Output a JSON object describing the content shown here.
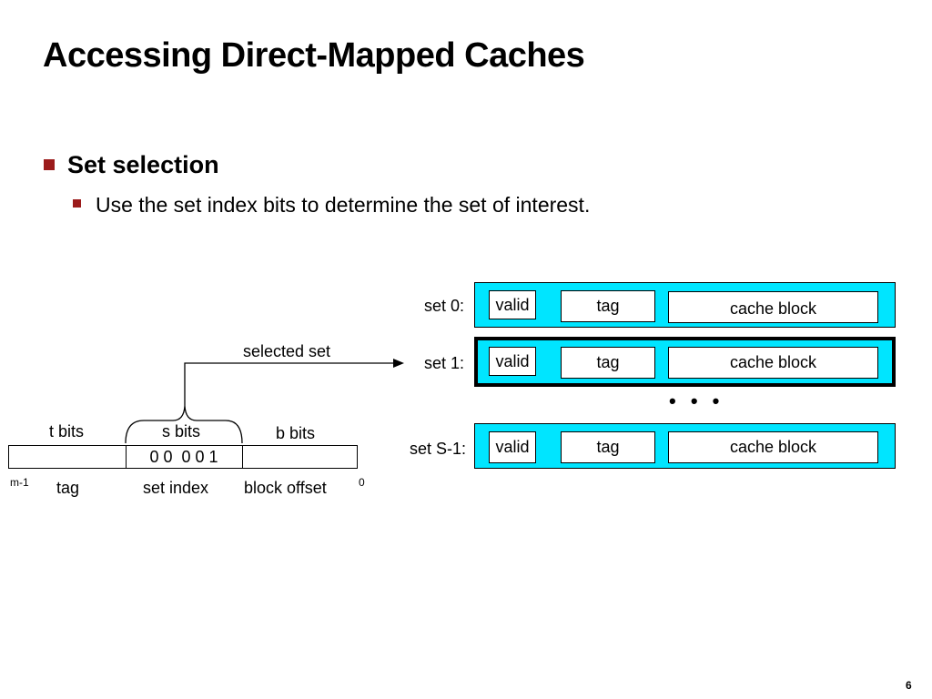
{
  "title": "Accessing Direct-Mapped Caches",
  "bullets": {
    "level1": "Set selection",
    "level2": "Use the set index bits to determine the set of interest."
  },
  "address": {
    "t_bits": "t bits",
    "s_bits": "s bits",
    "b_bits": "b bits",
    "set_index_value": "0 0  0 0 1",
    "high_bit": "m-1",
    "low_bit": "0",
    "fields": {
      "tag": "tag",
      "set_index": "set index",
      "block_offset": "block offset"
    }
  },
  "selected_set_label": "selected set",
  "cache": {
    "sets": [
      {
        "label": "set 0:",
        "valid": "valid",
        "tag": "tag",
        "block": "cache block",
        "selected": false
      },
      {
        "label": "set 1:",
        "valid": "valid",
        "tag": "tag",
        "block": "cache block",
        "selected": true
      },
      {
        "label": "set S-1:",
        "valid": "valid",
        "tag": "tag",
        "block": "cache block",
        "selected": false
      }
    ],
    "ellipsis": "• • •"
  },
  "page_number": "6",
  "colors": {
    "set_fill": "#00e5ff",
    "bullet": "#9b1b1b"
  }
}
